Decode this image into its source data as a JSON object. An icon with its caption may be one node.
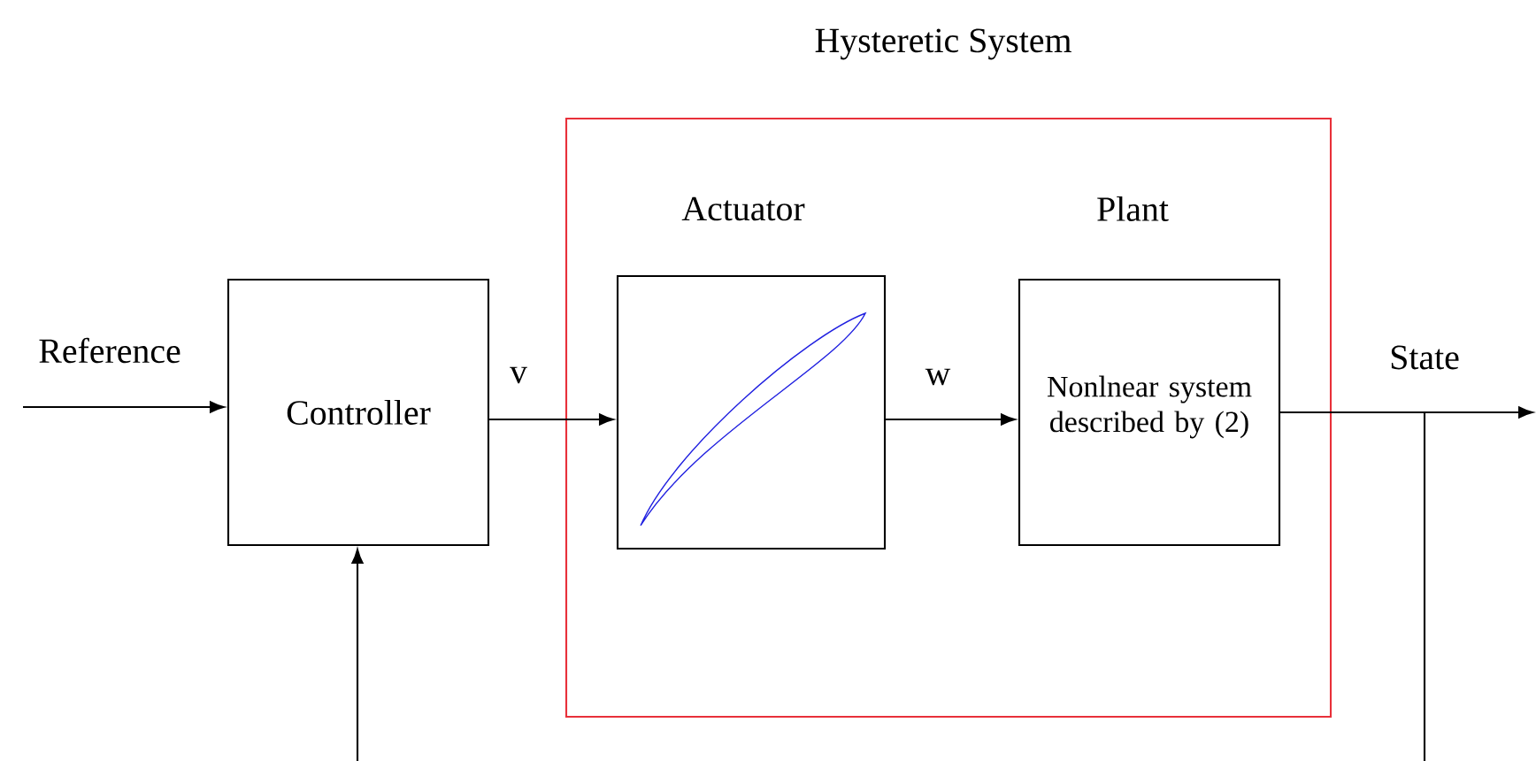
{
  "diagram": {
    "nodes": [
      {
        "text": [
          "Hysteretic System"
        ]
      },
      {
        "text": [
          "Controller"
        ]
      },
      {
        "text": [
          "Actuator"
        ],
        "in": 0
      },
      {
        "text": [
          "Plant",
          "Nonlnear system described by (2)"
        ],
        "in": 0
      }
    ],
    "edges": [
      {
        "from": null,
        "to": 1,
        "arrow": "to",
        "label": "Reference"
      },
      {
        "from": 1,
        "to": 2,
        "arrow": "to",
        "label": "v"
      },
      {
        "from": 2,
        "to": 3,
        "arrow": "to",
        "label": "w"
      },
      {
        "from": 3,
        "to": null,
        "arrow": "to",
        "label": "State"
      },
      {
        "from": 3,
        "to": null,
        "arrow": "none"
      },
      {
        "from": null,
        "to": 1,
        "arrow": "to"
      }
    ]
  }
}
